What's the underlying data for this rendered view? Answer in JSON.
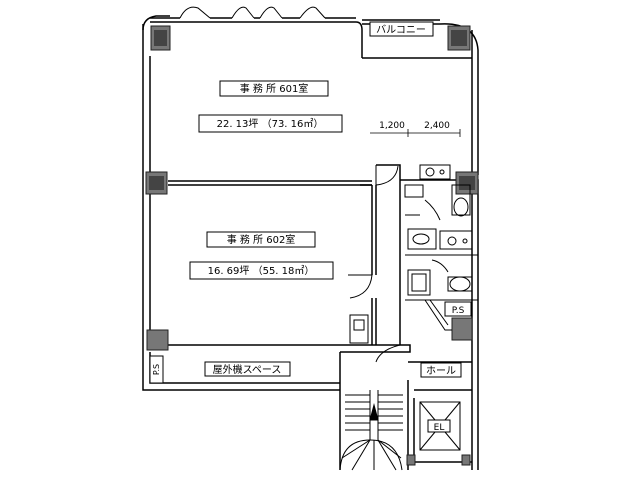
{
  "labels": {
    "balcony": "バルコニー",
    "office601_name": "事 務 所 601室",
    "office601_area": "22. 13坪 （73. 16㎡）",
    "office602_name": "事 務 所 602室",
    "office602_area": "16. 69坪 （55. 18㎡）",
    "dim_1": "1,200",
    "dim_2": "2,400",
    "ps_right": "P.S",
    "ps_left": "P.S",
    "outdoor_unit_space": "屋外機スペース",
    "hall": "ホール",
    "elevator": "EL"
  },
  "colors": {
    "line": "#000000",
    "column": "#555555",
    "column_fill": "#777777",
    "background": "#ffffff"
  },
  "icons": {
    "column": "structural-column",
    "door": "door-swing-arc",
    "toilet": "toilet-fixture",
    "sink": "sink-fixture",
    "stairs": "spiral-stairs"
  }
}
